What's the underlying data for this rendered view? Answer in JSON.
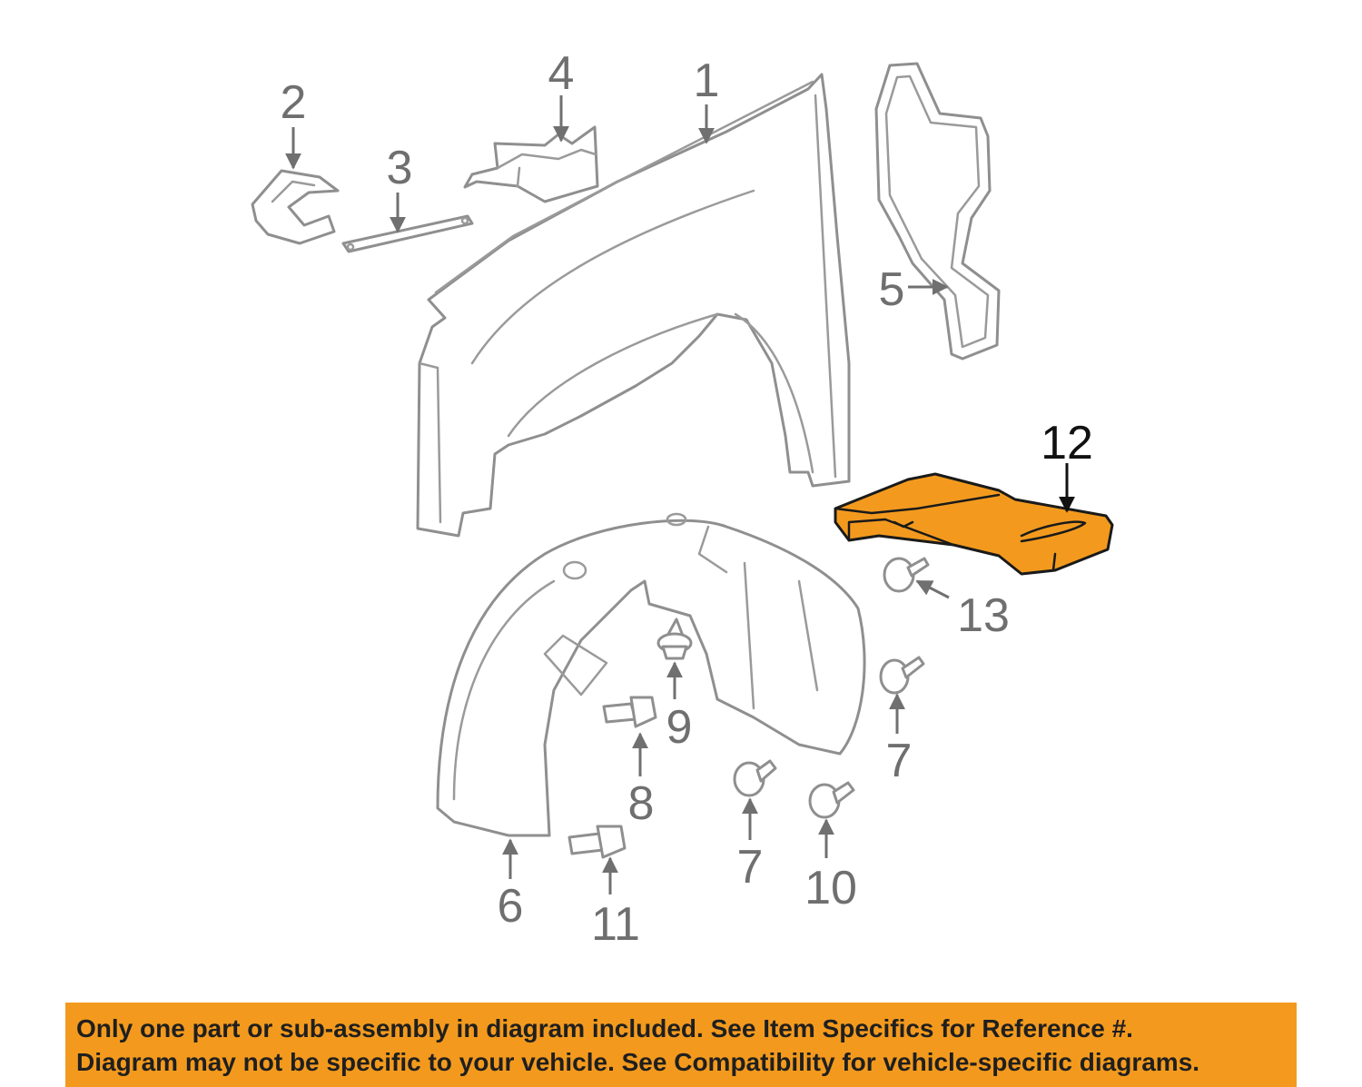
{
  "callouts": {
    "c1": "1",
    "c2": "2",
    "c3": "3",
    "c4": "4",
    "c5": "5",
    "c6": "6",
    "c7a": "7",
    "c7b": "7",
    "c8": "8",
    "c9": "9",
    "c10": "10",
    "c11": "11",
    "c12": "12",
    "c13": "13"
  },
  "notice": {
    "line1": "Only one part or sub-assembly in diagram included. See Item Specifics for Reference #.",
    "line2": "Diagram may not be specific to your vehicle. See Compatibility for vehicle-specific diagrams."
  },
  "colors": {
    "highlight": "#f39a1e",
    "part_outline": "#8f8f8f",
    "callout_text": "#6f6f6f",
    "notice_background": "#f39a1e"
  }
}
